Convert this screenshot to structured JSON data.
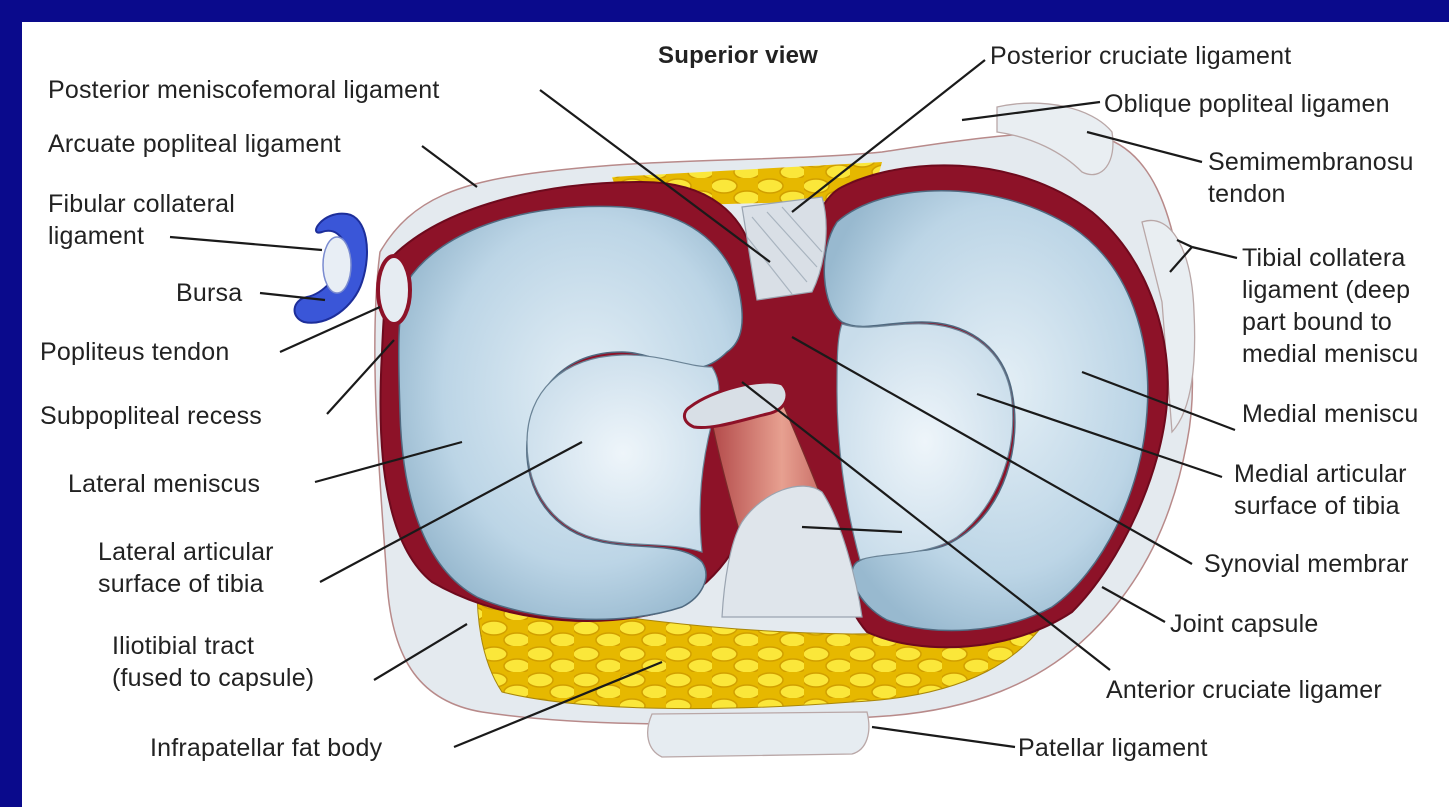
{
  "title": "Superior view",
  "labels": {
    "posterior_cruciate_ligament": "Posterior cruciate ligament",
    "posterior_meniscofemoral_ligament": "Posterior meniscofemoral ligament",
    "oblique_popliteal_ligament": "Oblique popliteal ligamen",
    "arcuate_popliteal_ligament": "Arcuate popliteal ligament",
    "semimembranosus_tendon": "Semimembranosu\ntendon",
    "fibular_collateral_ligament": "Fibular collateral\nligament",
    "tibial_collateral_ligament": "Tibial collatera\nligament (deep\npart bound to\nmedial meniscu",
    "bursa": "Bursa",
    "popliteus_tendon": "Popliteus tendon",
    "subpopliteal_recess": "Subpopliteal recess",
    "medial_meniscus": "Medial meniscu",
    "lateral_meniscus": "Lateral meniscus",
    "medial_articular_surface": "Medial articular\nsurface of tibia",
    "lateral_articular_surface": "Lateral articular\nsurface of tibia",
    "synovial_membrane": "Synovial membrar",
    "iliotibial_tract": "Iliotibial tract\n(fused to capsule)",
    "joint_capsule": "Joint capsule",
    "anterior_cruciate_ligament": "Anterior cruciate ligamer",
    "infrapatellar_fat_body": "Infrapatellar fat body",
    "patellar_ligament": "Patellar ligament"
  },
  "colors": {
    "frame": "#0a0a8c",
    "meniscus": "#b8d4e6",
    "synovium": "#a0142c",
    "fat": "#f3d60a",
    "capsule": "#dfe6ee"
  }
}
